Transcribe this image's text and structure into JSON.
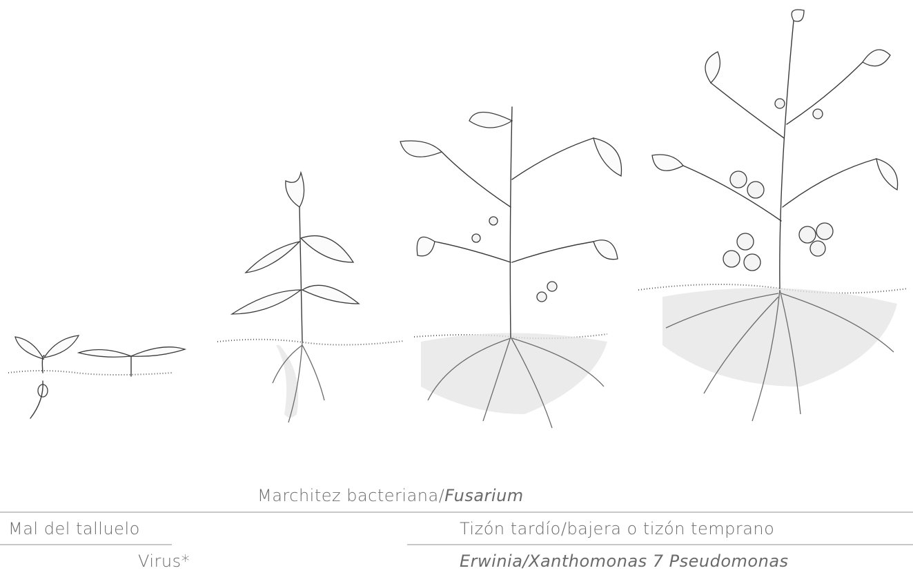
{
  "stages": [
    {
      "name": "seedling"
    },
    {
      "name": "young-plant"
    },
    {
      "name": "flowering-plant"
    },
    {
      "name": "fruiting-plant"
    }
  ],
  "diseases": {
    "marchitez": {
      "prefix": "Marchitez bacteriana/",
      "italic": "Fusarium"
    },
    "mal_del_talluelo": "Mal del talluelo",
    "tizon": "Tizón tardío/bajera o tizón temprano",
    "virus": "Virus*",
    "bacterias": "Erwinia/Xanthomonas 7 Pseudomonas"
  },
  "colors": {
    "text": "#6a6a6a",
    "rule": "#c8c8c8",
    "ink": "#3a3a3a"
  }
}
